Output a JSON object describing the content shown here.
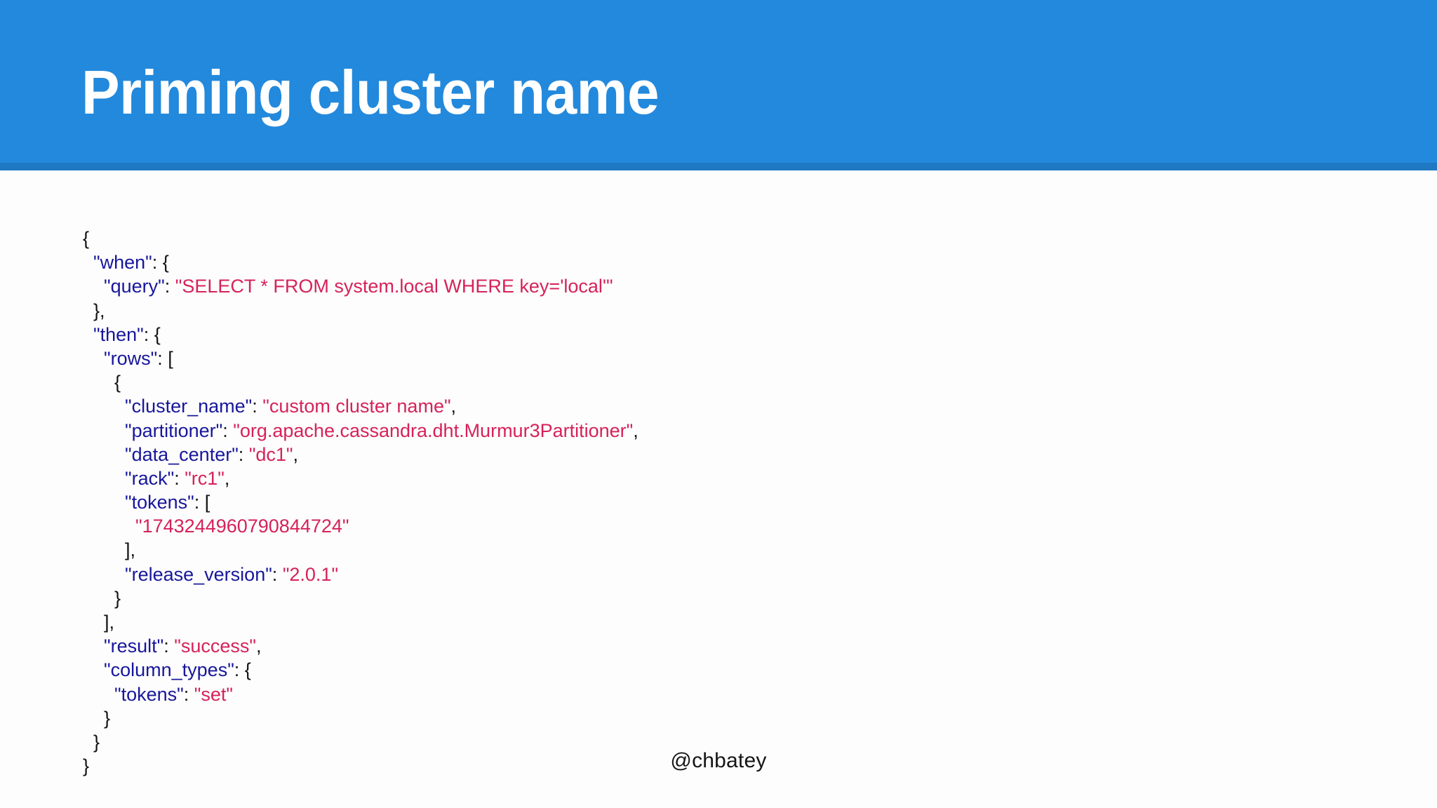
{
  "slide": {
    "title": "Priming cluster name",
    "theme": {
      "header_bg": "#2389DC",
      "header_underline": "#1F78C2",
      "body_bg": "#FDFDFD",
      "title_color": "#FFFFFF",
      "key_color": "#18179B",
      "string_color": "#D6225A",
      "punct_color": "#141414",
      "footer_color": "#151515"
    }
  },
  "code": {
    "language": "json",
    "lines": [
      {
        "indent": 0,
        "tokens": [
          {
            "t": "punct",
            "v": "{"
          }
        ]
      },
      {
        "indent": 1,
        "tokens": [
          {
            "t": "key",
            "v": "\"when\""
          },
          {
            "t": "punct",
            "v": ": {"
          }
        ]
      },
      {
        "indent": 2,
        "tokens": [
          {
            "t": "key",
            "v": "\"query\""
          },
          {
            "t": "punct",
            "v": ": "
          },
          {
            "t": "str",
            "v": "\"SELECT * FROM system.local WHERE key='local'\""
          }
        ]
      },
      {
        "indent": 1,
        "tokens": [
          {
            "t": "punct",
            "v": "},"
          }
        ]
      },
      {
        "indent": 1,
        "tokens": [
          {
            "t": "key",
            "v": "\"then\""
          },
          {
            "t": "punct",
            "v": ": {"
          }
        ]
      },
      {
        "indent": 2,
        "tokens": [
          {
            "t": "key",
            "v": "\"rows\""
          },
          {
            "t": "punct",
            "v": ": ["
          }
        ]
      },
      {
        "indent": 3,
        "tokens": [
          {
            "t": "punct",
            "v": "{"
          }
        ]
      },
      {
        "indent": 4,
        "tokens": [
          {
            "t": "key",
            "v": "\"cluster_name\""
          },
          {
            "t": "punct",
            "v": ": "
          },
          {
            "t": "str",
            "v": "\"custom cluster name\""
          },
          {
            "t": "punct",
            "v": ","
          }
        ]
      },
      {
        "indent": 4,
        "tokens": [
          {
            "t": "key",
            "v": "\"partitioner\""
          },
          {
            "t": "punct",
            "v": ": "
          },
          {
            "t": "str",
            "v": "\"org.apache.cassandra.dht.Murmur3Partitioner\""
          },
          {
            "t": "punct",
            "v": ","
          }
        ]
      },
      {
        "indent": 4,
        "tokens": [
          {
            "t": "key",
            "v": "\"data_center\""
          },
          {
            "t": "punct",
            "v": ": "
          },
          {
            "t": "str",
            "v": "\"dc1\""
          },
          {
            "t": "punct",
            "v": ","
          }
        ]
      },
      {
        "indent": 4,
        "tokens": [
          {
            "t": "key",
            "v": "\"rack\""
          },
          {
            "t": "punct",
            "v": ": "
          },
          {
            "t": "str",
            "v": "\"rc1\""
          },
          {
            "t": "punct",
            "v": ","
          }
        ]
      },
      {
        "indent": 4,
        "tokens": [
          {
            "t": "key",
            "v": "\"tokens\""
          },
          {
            "t": "punct",
            "v": ": ["
          }
        ]
      },
      {
        "indent": 5,
        "tokens": [
          {
            "t": "str",
            "v": "\"1743244960790844724\""
          }
        ]
      },
      {
        "indent": 4,
        "tokens": [
          {
            "t": "punct",
            "v": "],"
          }
        ]
      },
      {
        "indent": 4,
        "tokens": [
          {
            "t": "key",
            "v": "\"release_version\""
          },
          {
            "t": "punct",
            "v": ": "
          },
          {
            "t": "str",
            "v": "\"2.0.1\""
          }
        ]
      },
      {
        "indent": 3,
        "tokens": [
          {
            "t": "punct",
            "v": "}"
          }
        ]
      },
      {
        "indent": 2,
        "tokens": [
          {
            "t": "punct",
            "v": "],"
          }
        ]
      },
      {
        "indent": 2,
        "tokens": [
          {
            "t": "key",
            "v": "\"result\""
          },
          {
            "t": "punct",
            "v": ": "
          },
          {
            "t": "str",
            "v": "\"success\""
          },
          {
            "t": "punct",
            "v": ","
          }
        ]
      },
      {
        "indent": 2,
        "tokens": [
          {
            "t": "key",
            "v": "\"column_types\""
          },
          {
            "t": "punct",
            "v": ": {"
          }
        ]
      },
      {
        "indent": 3,
        "tokens": [
          {
            "t": "key",
            "v": "\"tokens\""
          },
          {
            "t": "punct",
            "v": ": "
          },
          {
            "t": "str",
            "v": "\"set\""
          }
        ]
      },
      {
        "indent": 2,
        "tokens": [
          {
            "t": "punct",
            "v": "}"
          }
        ]
      },
      {
        "indent": 1,
        "tokens": [
          {
            "t": "punct",
            "v": "}"
          }
        ]
      },
      {
        "indent": 0,
        "tokens": [
          {
            "t": "punct",
            "v": "}"
          }
        ]
      }
    ]
  },
  "footer": {
    "handle": "@chbatey"
  }
}
